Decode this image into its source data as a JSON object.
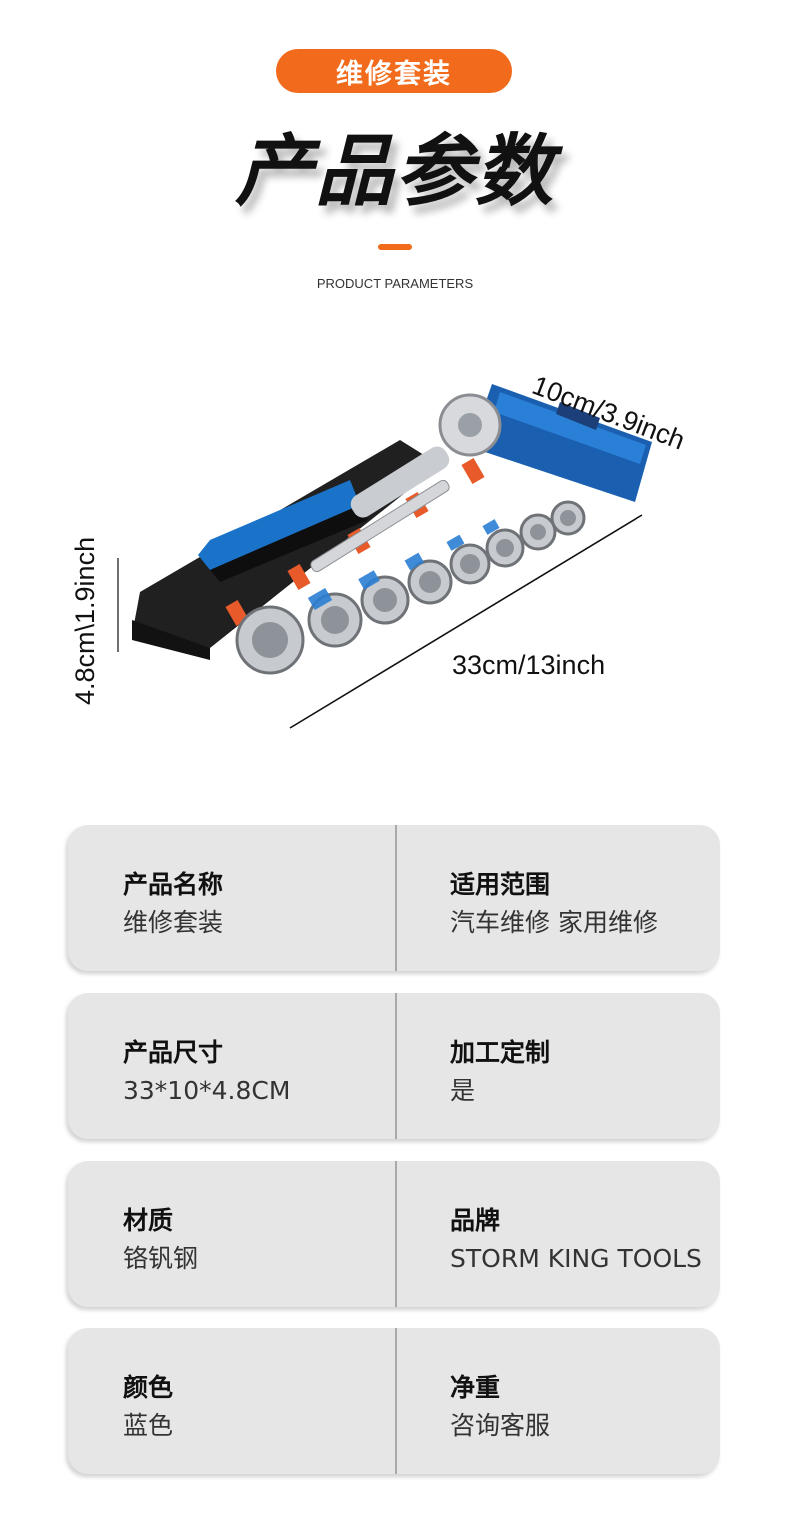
{
  "header": {
    "badge": "维修套装",
    "title": "产品参数",
    "subtitle": "PRODUCT PARAMETERS"
  },
  "product_image": {
    "dimensions": {
      "width": "10cm/3.9inch",
      "height": "4.8cm\\1.9inch",
      "length": "33cm/13inch"
    }
  },
  "params": [
    {
      "left": {
        "key": "产品名称",
        "value": "维修套装"
      },
      "right": {
        "key": "适用范围",
        "value": "汽车维修 家用维修"
      }
    },
    {
      "left": {
        "key": "产品尺寸",
        "value": "33*10*4.8CM"
      },
      "right": {
        "key": "加工定制",
        "value": "是"
      }
    },
    {
      "left": {
        "key": "材质",
        "value": "铬钒钢"
      },
      "right": {
        "key": "品牌",
        "value": "STORM KING TOOLS"
      }
    },
    {
      "left": {
        "key": "颜色",
        "value": "蓝色"
      },
      "right": {
        "key": "净重",
        "value": "咨询客服"
      }
    }
  ],
  "colors": {
    "accent": "#f26a1b",
    "card_bg": "#e6e6e6",
    "tool_blue": "#1a73c9"
  }
}
